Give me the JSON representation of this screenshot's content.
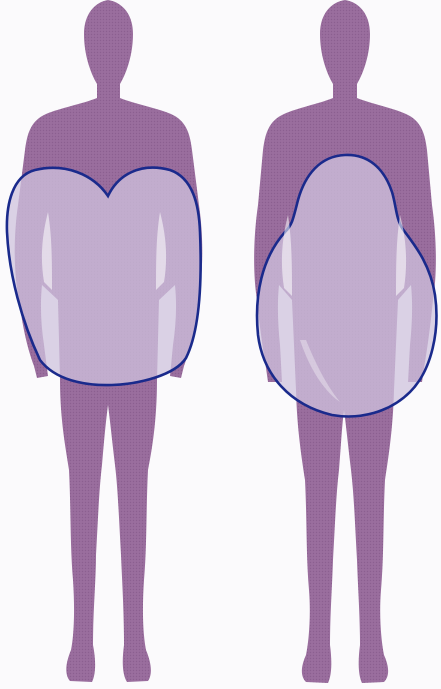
{
  "figures": [
    {
      "id": "apple",
      "shape": "apple-shaped fat distribution (abdomen)"
    },
    {
      "id": "pear",
      "shape": "pear-shaped fat distribution (hips and thighs)"
    }
  ],
  "colors": {
    "body": "#9a6e9e",
    "body_shade": "#8b5f90",
    "region_fill": "#cfc3dd",
    "region_stroke": "#1a2a8c",
    "highlight": "#ffffff",
    "background": "#fbfafc"
  }
}
